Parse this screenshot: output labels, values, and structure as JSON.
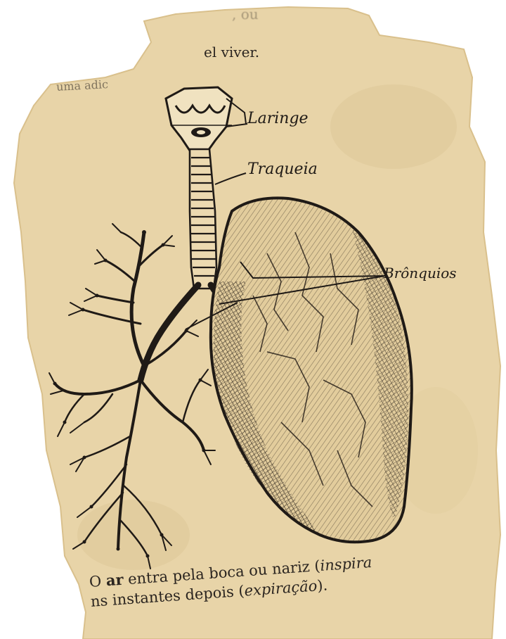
{
  "clipping": {
    "top_lines": [
      {
        "text": ", ou"
      },
      {
        "text": "el viver."
      },
      {
        "text": "uma adic"
      }
    ],
    "labels": {
      "larynx": "Laringe",
      "trachea": "Traqueia",
      "bronchi": "Brônquios"
    },
    "caption": {
      "line1_start": "O ",
      "line1_bold": "ar",
      "line1_rest": " entra pela boca ou nariz (",
      "line1_italic": "inspira",
      "line2_start": "ns instantes depois (",
      "line2_italic": "expiração",
      "line2_end": ")."
    },
    "colors": {
      "paper": "#e8d4a8",
      "paper_edge": "#d9c08c",
      "ink": "#1f1a16"
    }
  }
}
